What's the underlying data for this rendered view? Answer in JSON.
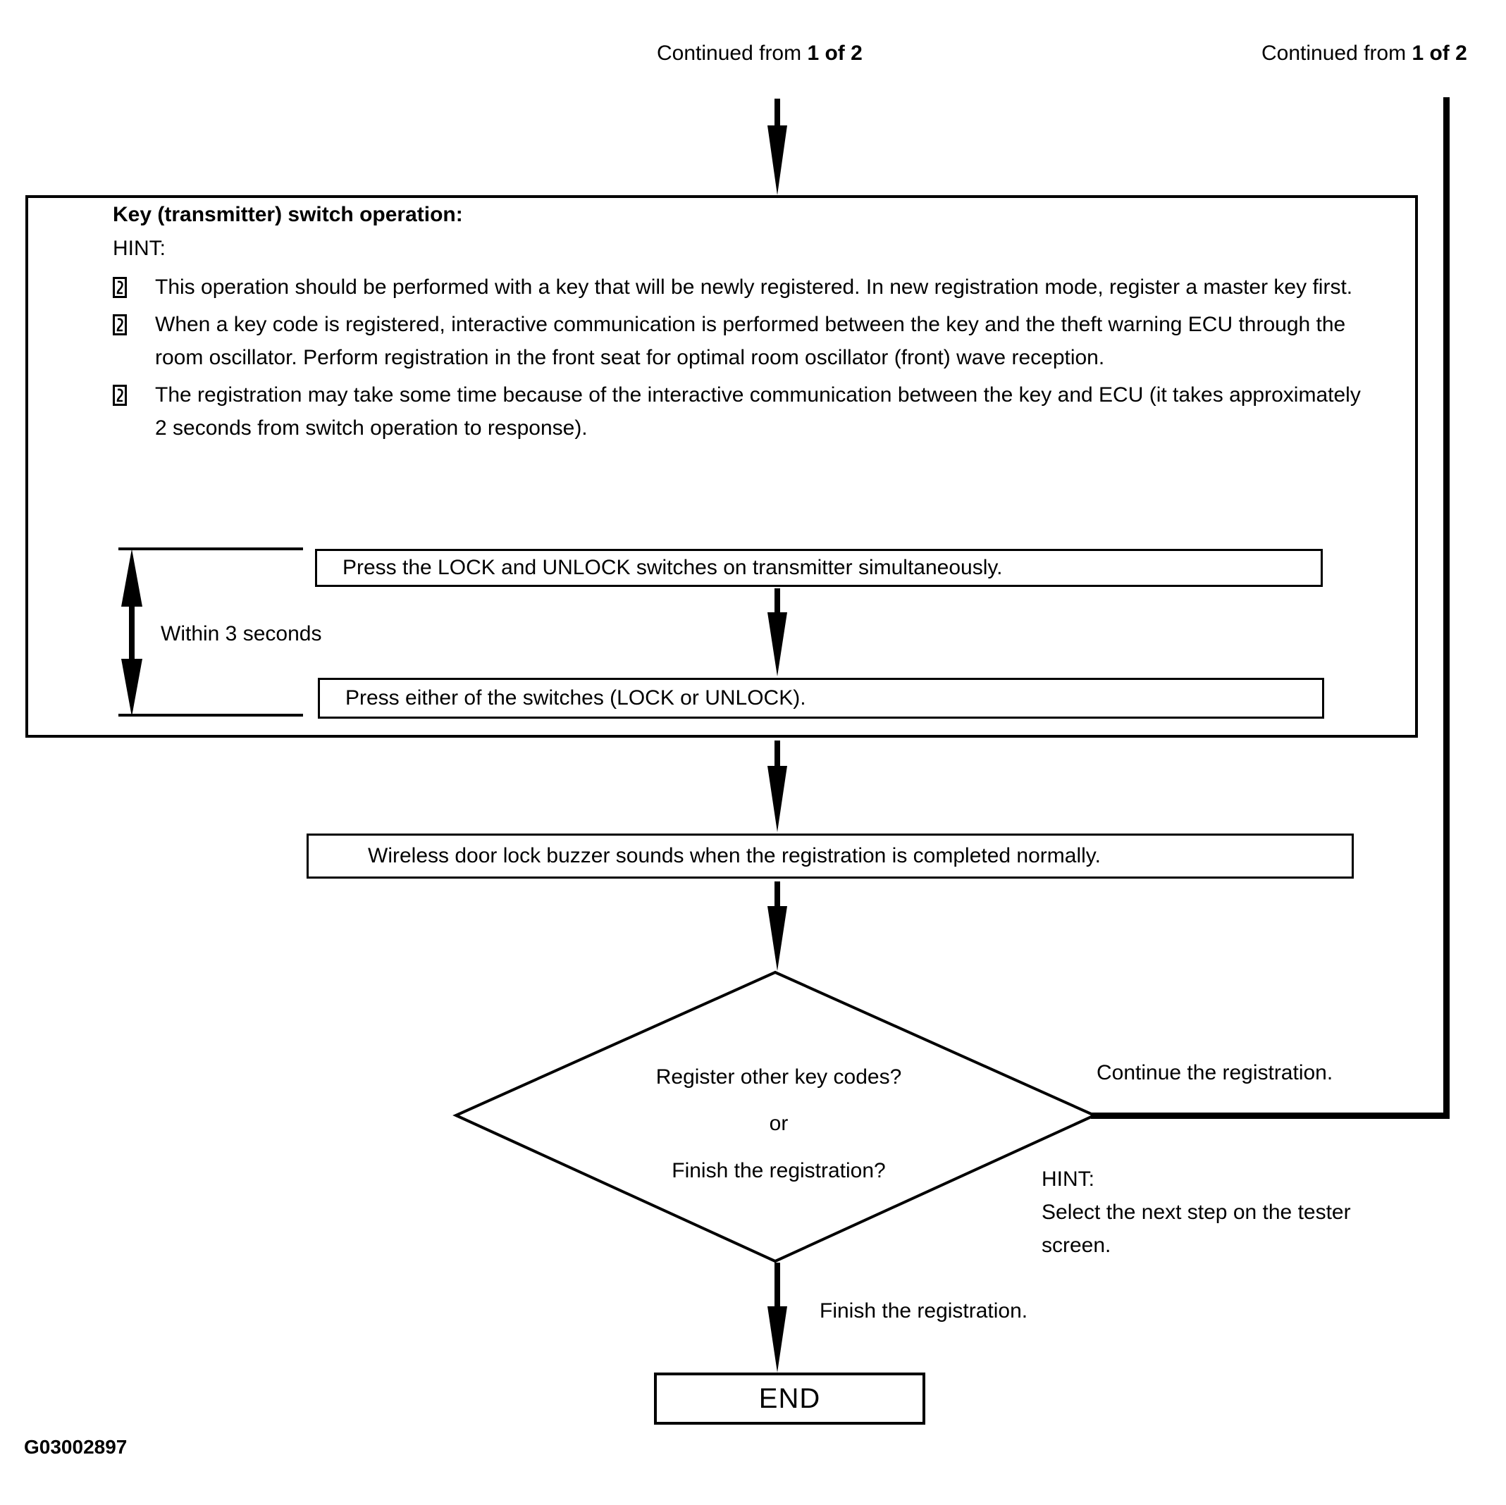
{
  "header": {
    "continued_center_prefix": "Continued from ",
    "continued_center_bold": "1 of 2",
    "continued_right_prefix": "Continued from ",
    "continued_right_bold": "1 of 2"
  },
  "panel": {
    "title": "Key (transmitter) switch operation:",
    "hint_label": "HINT:",
    "bullets": [
      "This operation should be performed with a key that will be newly registered. In new registration mode, register a master key first.",
      "When a key code is registered, interactive communication is performed between the key and the theft warning ECU through the room oscillator. Perform registration in the front seat for optimal room oscillator (front) wave reception.",
      "The registration may take some time because of the interactive communication between the key and ECU (it takes approximately 2 seconds from switch operation to response)."
    ],
    "timing_label": "Within 3 seconds",
    "step_press_both": "Press the LOCK and UNLOCK switches on transmitter simultaneously.",
    "step_press_either": "Press either of the switches (LOCK or UNLOCK)."
  },
  "flow": {
    "buzzer_step": "Wireless door lock buzzer sounds when the registration is completed normally.",
    "decision_line1": "Register other key codes?",
    "decision_or": "or",
    "decision_line2": "Finish the registration?",
    "continue_label": "Continue the registration.",
    "hint_label": "HINT:",
    "hint_text": "Select the next step on the tester screen.",
    "finish_label": "Finish the registration.",
    "end_label": "END"
  },
  "footer": {
    "figure_id": "G03002897"
  }
}
